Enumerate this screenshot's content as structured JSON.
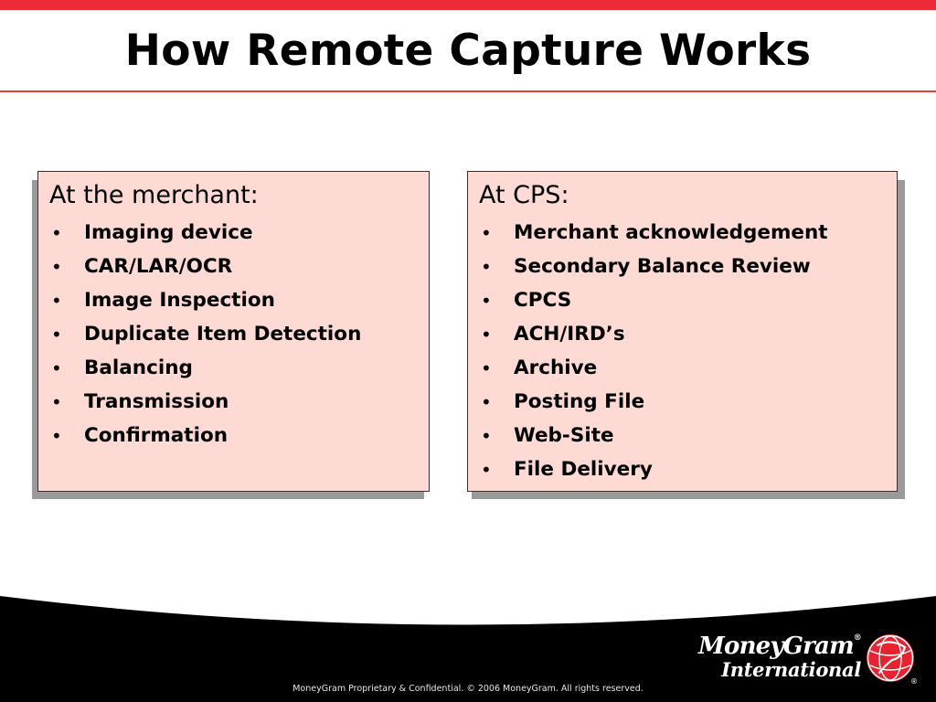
{
  "slide": {
    "title": "How Remote Capture Works"
  },
  "panels": {
    "merchant": {
      "heading": "At the merchant:",
      "items": [
        "Imaging device",
        "CAR/LAR/OCR",
        "Image Inspection",
        "Duplicate Item Detection",
        "Balancing",
        "Transmission",
        "Confirmation"
      ]
    },
    "cps": {
      "heading": "At CPS:",
      "items": [
        "Merchant acknowledgement",
        "Secondary Balance Review",
        "CPCS",
        "ACH/IRD’s",
        "Archive",
        "Posting File",
        "Web-Site",
        "File Delivery"
      ]
    }
  },
  "bullet_symbol": "•",
  "footer": {
    "copyright": "MoneyGram Proprietary & Confidential. © 2006 MoneyGram. All rights reserved.",
    "logo_line1": "MoneyGram",
    "logo_line2": "International",
    "registered_mark": "®"
  },
  "colors": {
    "accent_red": "#ee2a39",
    "panel_fill": "#fddad3",
    "footer_black": "#000000"
  },
  "icons": {
    "logo": "moneygram-globe-icon"
  }
}
